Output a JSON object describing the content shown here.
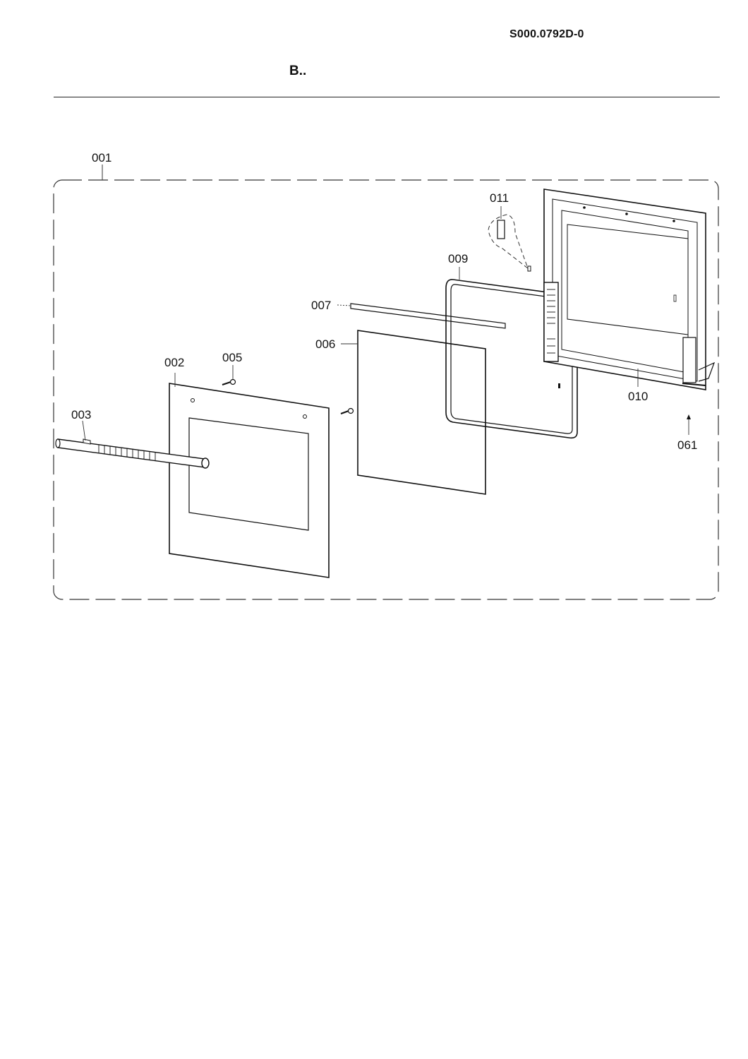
{
  "header": {
    "doc_code": "S000.0792D-0",
    "section_title": "B.."
  },
  "callouts": {
    "c001": "001",
    "c002": "002",
    "c003": "003",
    "c005": "005",
    "c006": "006",
    "c007": "007",
    "c009": "009",
    "c010": "010",
    "c011": "011",
    "c061": "061"
  }
}
